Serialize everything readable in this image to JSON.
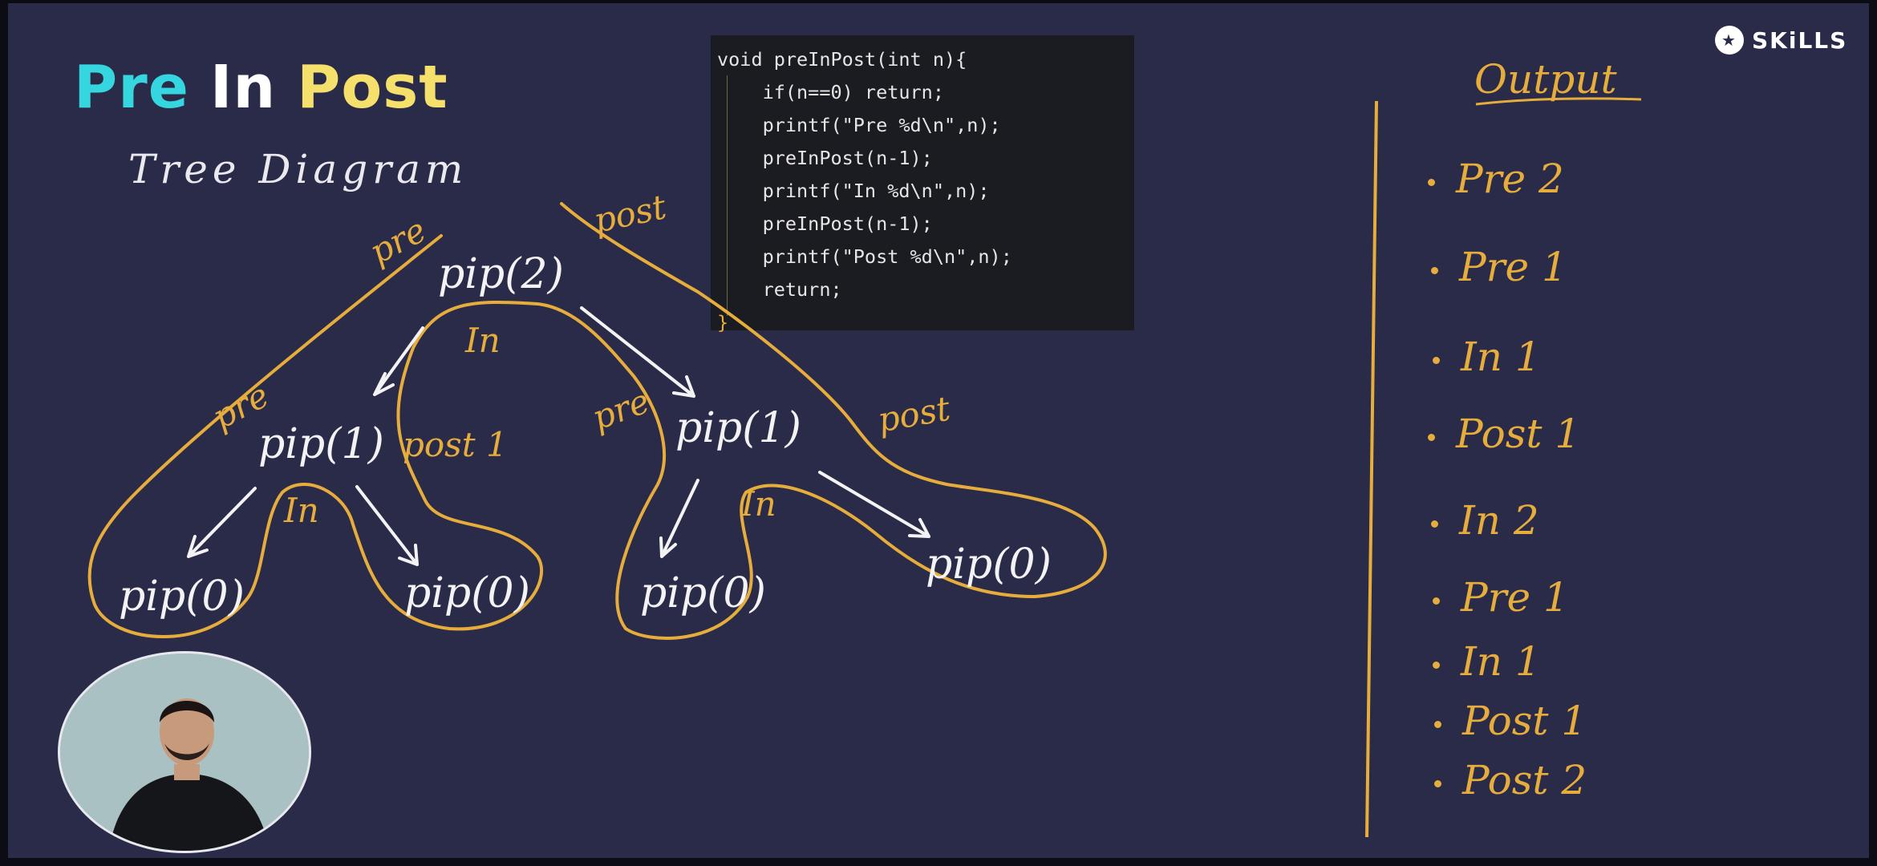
{
  "title": {
    "words": [
      {
        "text": "Pre",
        "color": "#35d6df"
      },
      {
        "text": "In",
        "color": "#ffffff"
      },
      {
        "text": "Post",
        "color": "#f6e06c"
      }
    ]
  },
  "subtitle": "Tree Diagram",
  "logo": {
    "icon": "skills-logo-icon",
    "text": "SKiLLS"
  },
  "code": {
    "lines": [
      "void preInPost(int n){",
      "    if(n==0) return;",
      "    printf(\"Pre %d\\n\",n);",
      "    preInPost(n-1);",
      "    printf(\"In %d\\n\",n);",
      "    preInPost(n-1);",
      "    printf(\"Post %d\\n\",n);",
      "    return;",
      "}"
    ]
  },
  "tree": {
    "nodes": {
      "root": "pip(2)",
      "left": "pip(1)",
      "right": "pip(1)",
      "ll": "pip(0)",
      "lr": "pip(0)",
      "rl": "pip(0)",
      "rr": "pip(0)"
    },
    "labels": {
      "pre_root": "pre",
      "post_root": "post",
      "in_root": "In",
      "pre_left": "pre",
      "post_left": "post 1",
      "in_left": "In",
      "pre_right": "pre",
      "post_right": "post",
      "in_right": "In"
    }
  },
  "output": {
    "title": "Output",
    "items": [
      "Pre 2",
      "Pre 1",
      "In 1",
      "Post 1",
      "In 2",
      "Pre 1",
      "In 1",
      "Post 1",
      "Post 2"
    ]
  },
  "colors": {
    "accent": "#e7ad3c",
    "background": "#2a2b48",
    "code_bg": "#1b1b22"
  }
}
